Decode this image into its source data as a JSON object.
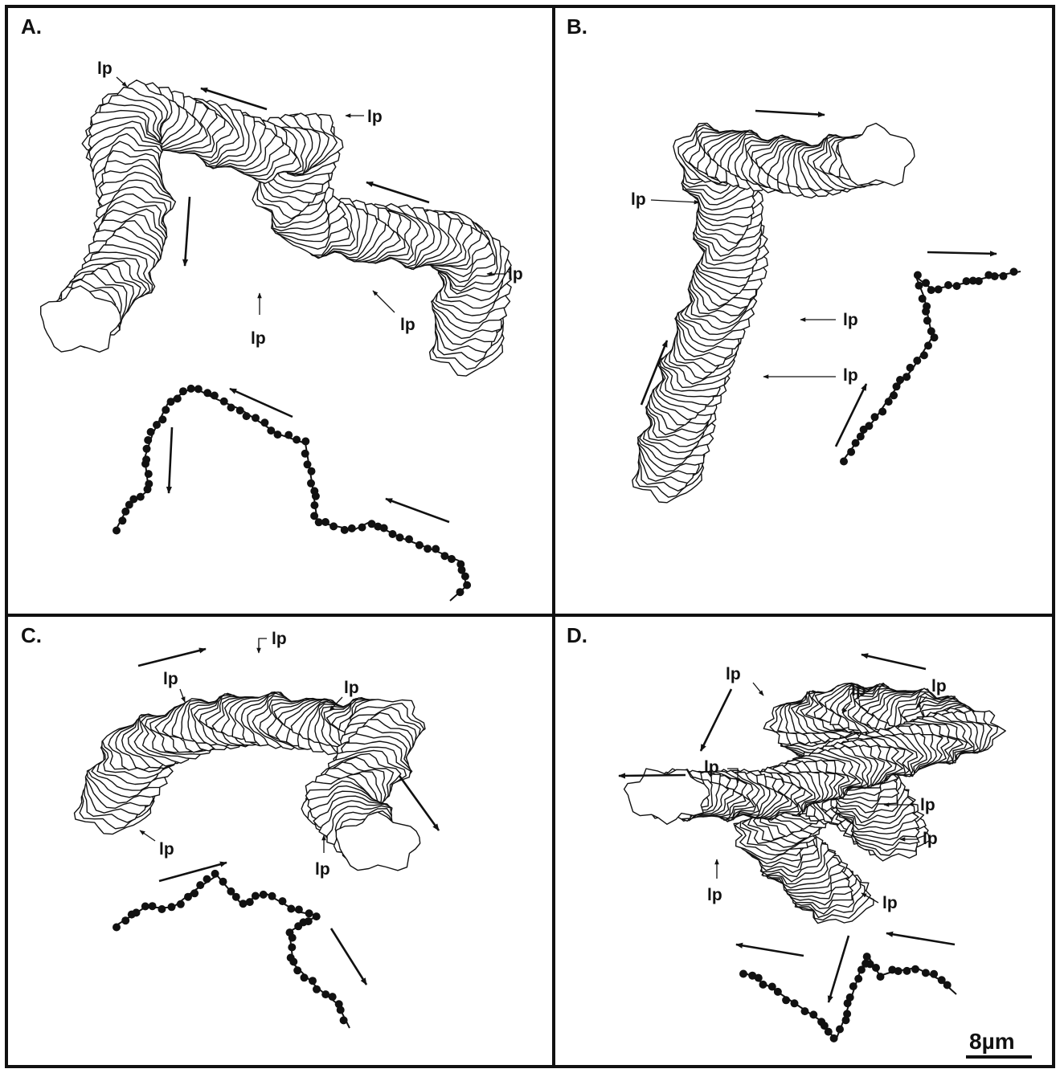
{
  "panels": [
    {
      "label": "A."
    },
    {
      "label": "B."
    },
    {
      "label": "C."
    },
    {
      "label": "D."
    }
  ],
  "annotation_label": "lp",
  "scale_bar": {
    "label": "8µm"
  }
}
